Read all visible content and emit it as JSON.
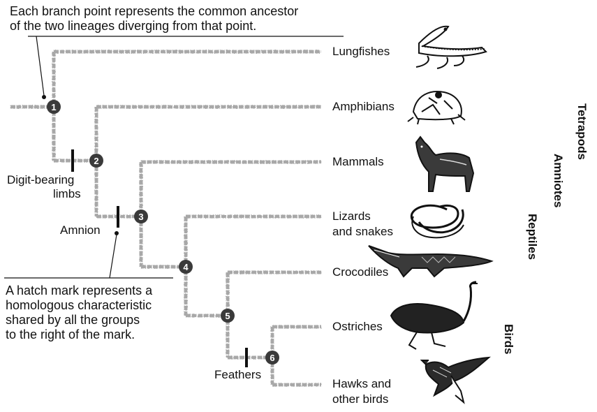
{
  "callouts": {
    "branch_point_line1": "Each branch point represents the common ancestor",
    "branch_point_line2": "of the two lineages diverging from that point.",
    "hatch_line1": "A hatch mark represents a",
    "hatch_line2": "homologous characteristic",
    "hatch_line3": "shared by all the groups",
    "hatch_line4": "to the right of the mark."
  },
  "nodes": [
    "1",
    "2",
    "3",
    "4",
    "5",
    "6"
  ],
  "taxa": {
    "lungfishes": "Lungfishes",
    "amphibians": "Amphibians",
    "mammals": "Mammals",
    "lizards_line1": "Lizards",
    "lizards_line2": "and snakes",
    "crocodiles": "Crocodiles",
    "ostriches": "Ostriches",
    "hawks_line1": "Hawks and",
    "hawks_line2": "other birds"
  },
  "traits": {
    "digit_line1": "Digit-bearing",
    "digit_line2": "limbs",
    "amnion": "Amnion",
    "feathers": "Feathers"
  },
  "groups": {
    "tetrapods": "Tetrapods",
    "amniotes": "Amniotes",
    "reptiles": "Reptiles",
    "birds": "Birds"
  },
  "animals": [
    "lungfish",
    "frog",
    "wolf",
    "snake",
    "crocodile",
    "ostrich",
    "hawk"
  ],
  "colors": {
    "branch": "#a8a8a8",
    "node_fill": "#3a3a3a",
    "ink": "#111111"
  }
}
